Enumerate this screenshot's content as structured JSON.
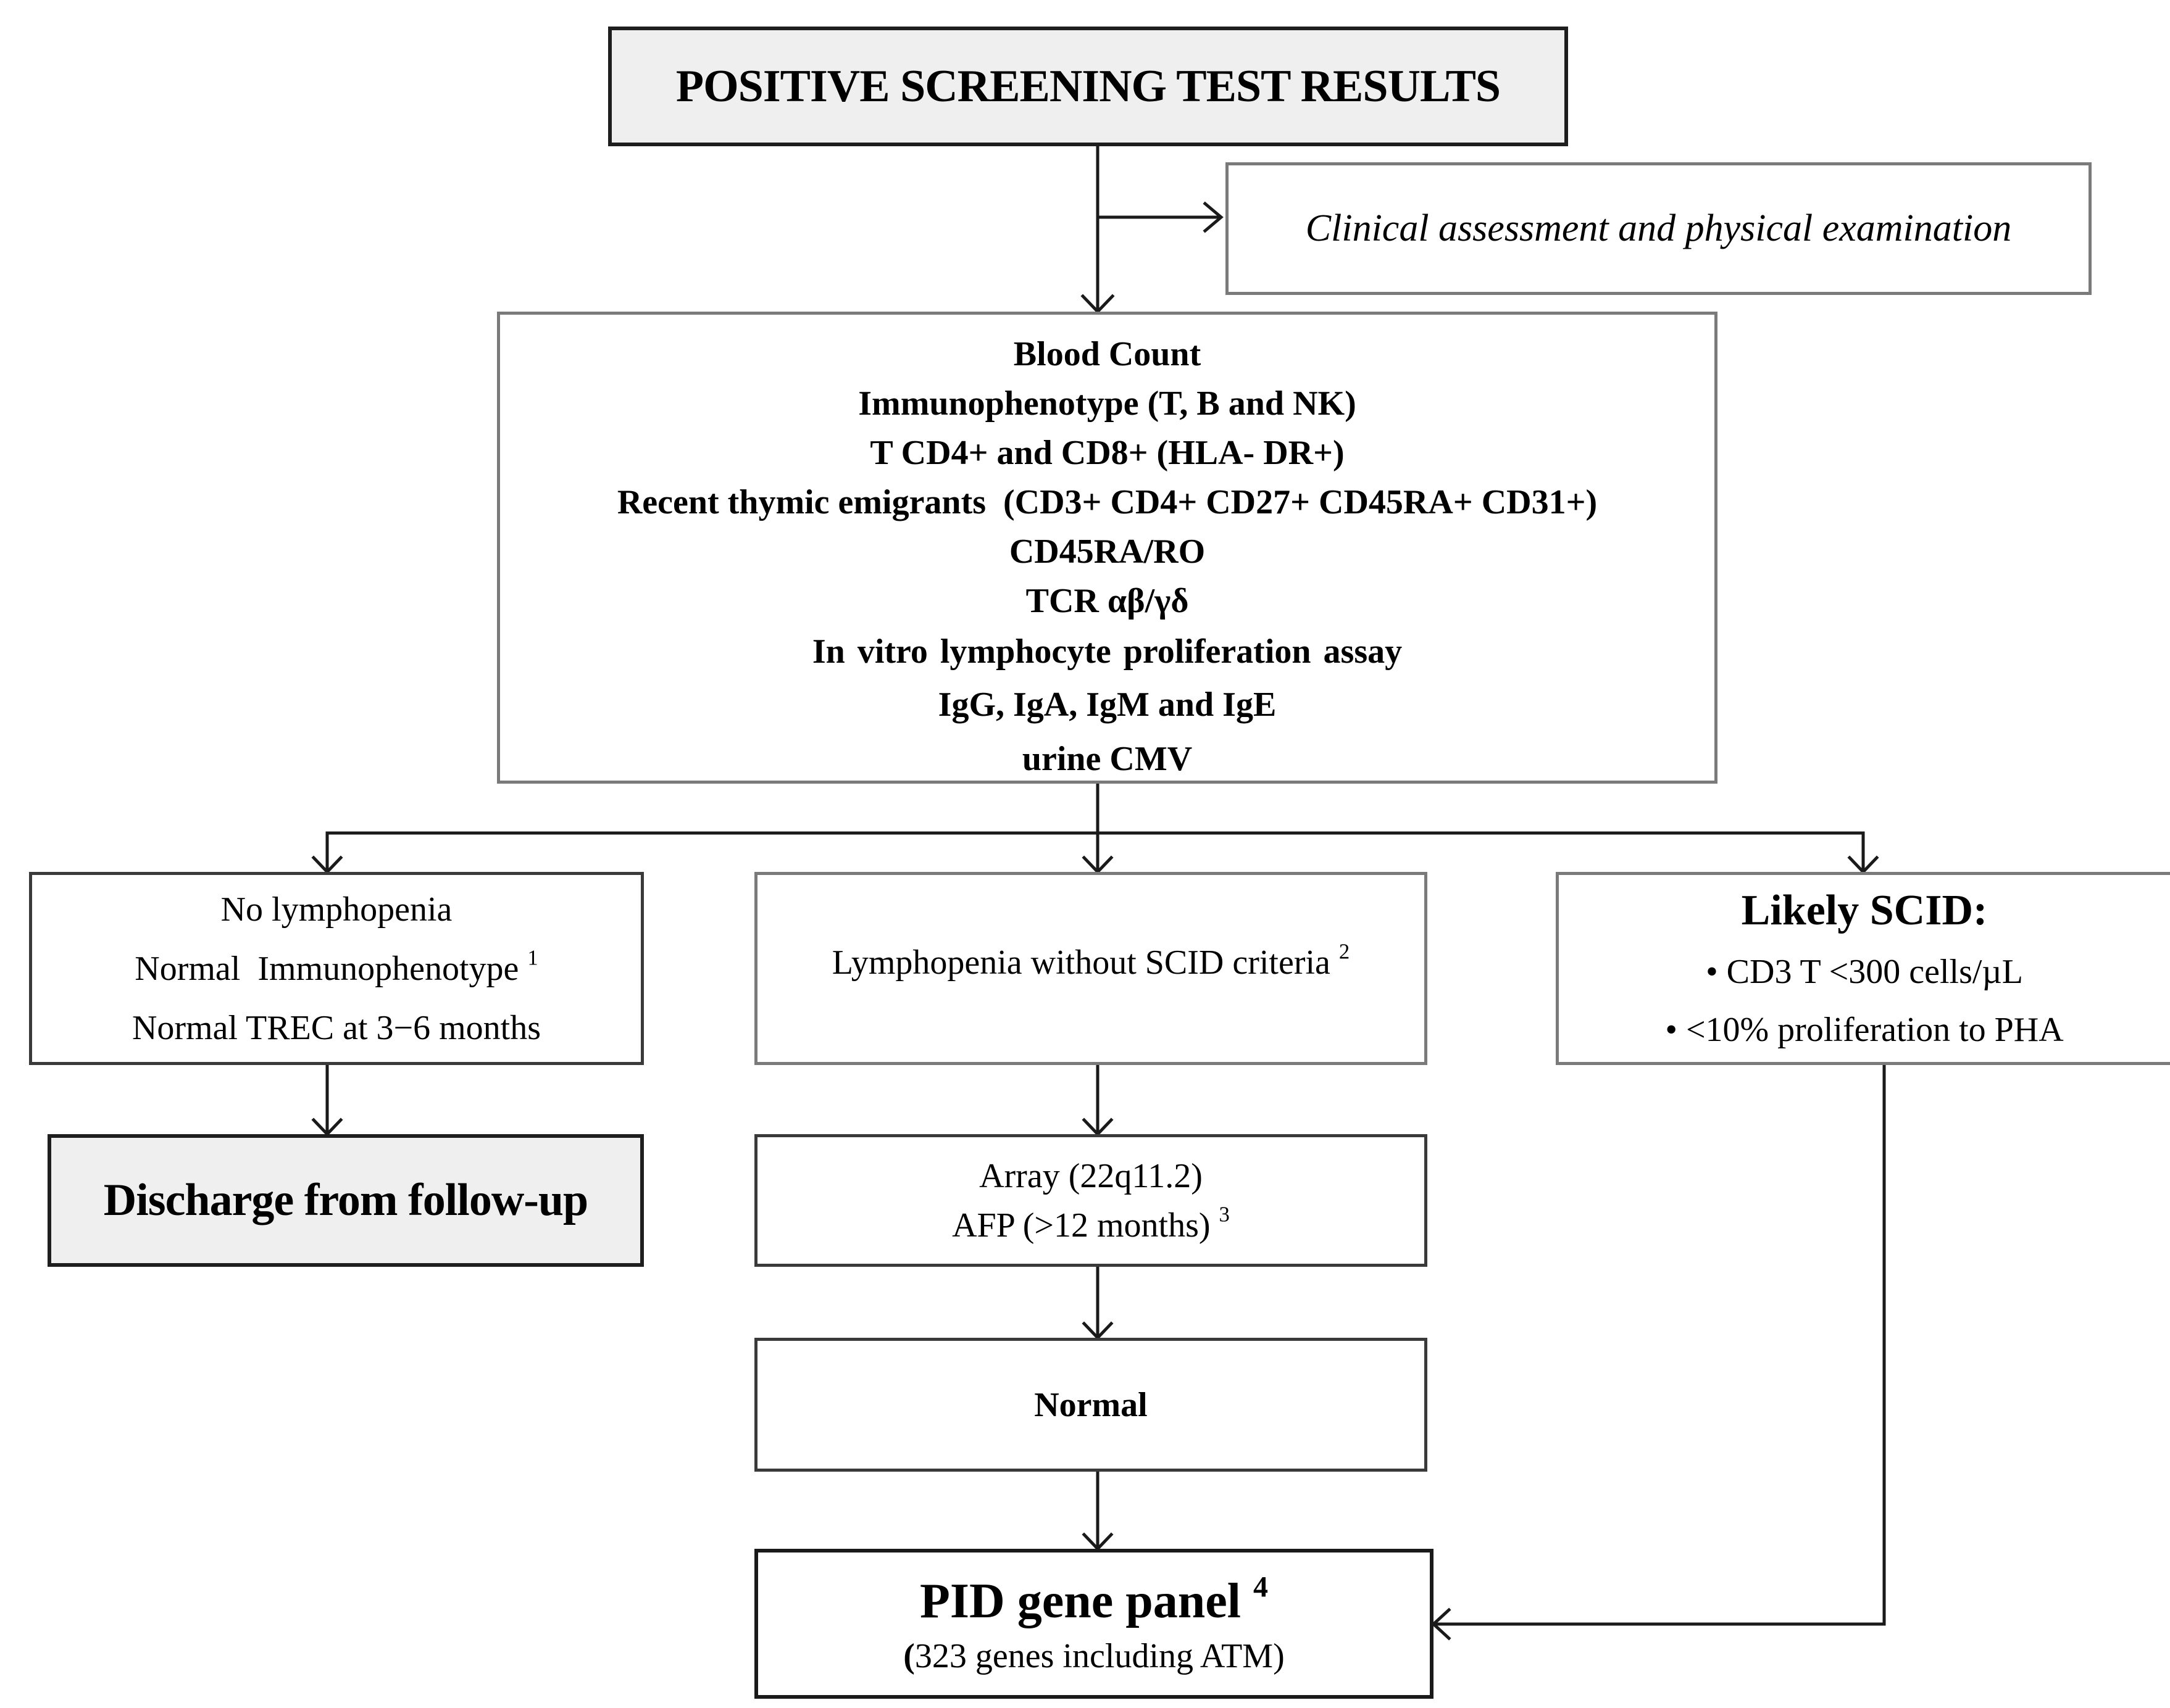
{
  "top_box": {
    "text": "POSITIVE SCREENING TEST RESULTS"
  },
  "clinical_box": {
    "text": "Clinical assessment and physical examination"
  },
  "tests_box": {
    "lines": [
      "Blood Count",
      "Immunophenotype (T, B and NK)",
      "T CD4+ and CD8+ (HLA- DR+)",
      "Recent thymic emigrants  (CD3+ CD4+ CD27+ CD45RA+ CD31+)",
      "CD45RA/RO",
      "TCR αβ/γδ",
      "In vitro lymphocyte proliferation assay",
      "IgG, IgA, IgM and IgE",
      "urine CMV"
    ]
  },
  "left_box": {
    "line1": "No lymphopenia",
    "line2": "Normal  Immunophenotype",
    "line2_note": "1",
    "line3": "Normal TREC at 3−6 months"
  },
  "middle_box": {
    "text": "Lymphopenia without SCID criteria",
    "note": "2"
  },
  "right_box": {
    "title": "Likely SCID:",
    "bullets": [
      "• CD3 T <300 cells/µL",
      "• <10% proliferation to PHA"
    ]
  },
  "discharge_box": {
    "text": "Discharge from follow-up"
  },
  "array_box": {
    "line1": "Array (22q11.2)",
    "line2": "AFP (>12 months)",
    "line2_note": "3"
  },
  "normal_box": {
    "text": "Normal"
  },
  "pid_box": {
    "title": "PID gene panel",
    "title_note": "4",
    "subtitle_open": "(",
    "subtitle_rest": "323 genes including ATM)"
  }
}
